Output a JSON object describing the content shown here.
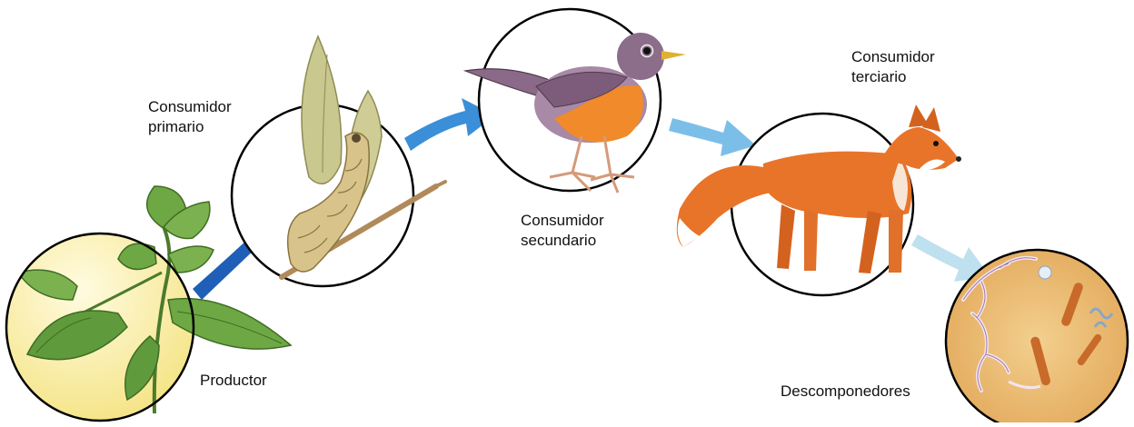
{
  "diagram": {
    "nodes": [
      {
        "id": "productor",
        "role": "Productor",
        "organism_icon": "leaf-plant-icon",
        "label_lines": [
          "Productor"
        ]
      },
      {
        "id": "primario",
        "role": "Consumidor primario",
        "organism_icon": "caterpillar-icon",
        "label_lines": [
          "Consumidor",
          "primario"
        ]
      },
      {
        "id": "secundario",
        "role": "Consumidor secundario",
        "organism_icon": "bird-icon",
        "label_lines": [
          "Consumidor",
          "secundario"
        ]
      },
      {
        "id": "terciario",
        "role": "Consumidor terciario",
        "organism_icon": "fox-icon",
        "label_lines": [
          "Consumidor",
          "terciario"
        ]
      },
      {
        "id": "descomponedores",
        "role": "Descomponedores",
        "organism_icon": "fungi-bacteria-icon",
        "label_lines": [
          "Descomponedores"
        ]
      }
    ],
    "edges": [
      {
        "from": "productor",
        "to": "primario",
        "icon": "arrow-icon",
        "color": "#1f5fb8"
      },
      {
        "from": "primario",
        "to": "secundario",
        "icon": "arrow-icon",
        "color": "#3a8fd8"
      },
      {
        "from": "secundario",
        "to": "terciario",
        "icon": "arrow-icon",
        "color": "#7bbfe8"
      },
      {
        "from": "terciario",
        "to": "descomponedores",
        "icon": "arrow-icon",
        "color": "#bfe0ee"
      }
    ],
    "colors": {
      "circle_outline": "#000000",
      "leaf_green": "#5f9a3c",
      "caterpillar": "#cdb878",
      "bird_breast": "#f08a2a",
      "fox_orange": "#e8742a",
      "decomposer_bg": "#e9b870"
    }
  }
}
